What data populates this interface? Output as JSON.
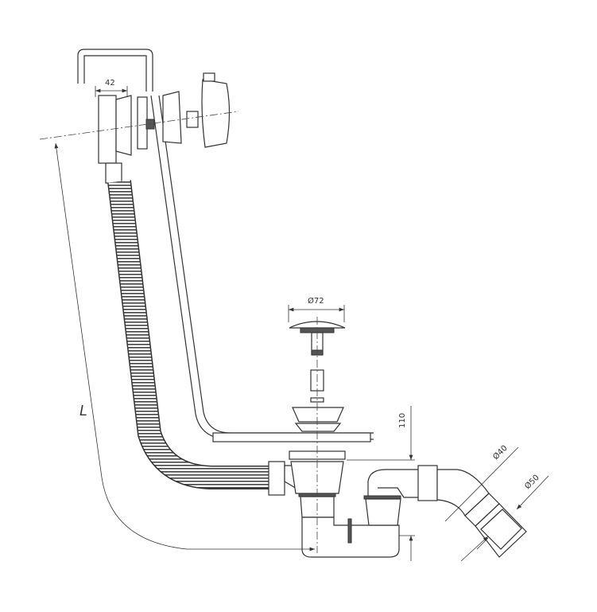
{
  "diagram": {
    "labels": {
      "overflow_depth": "42",
      "plug_diameter": "Ø72",
      "trap_height": "110",
      "outlet_inner_diameter": "Ø40",
      "outlet_outer_diameter": "Ø50",
      "length": "L"
    }
  }
}
